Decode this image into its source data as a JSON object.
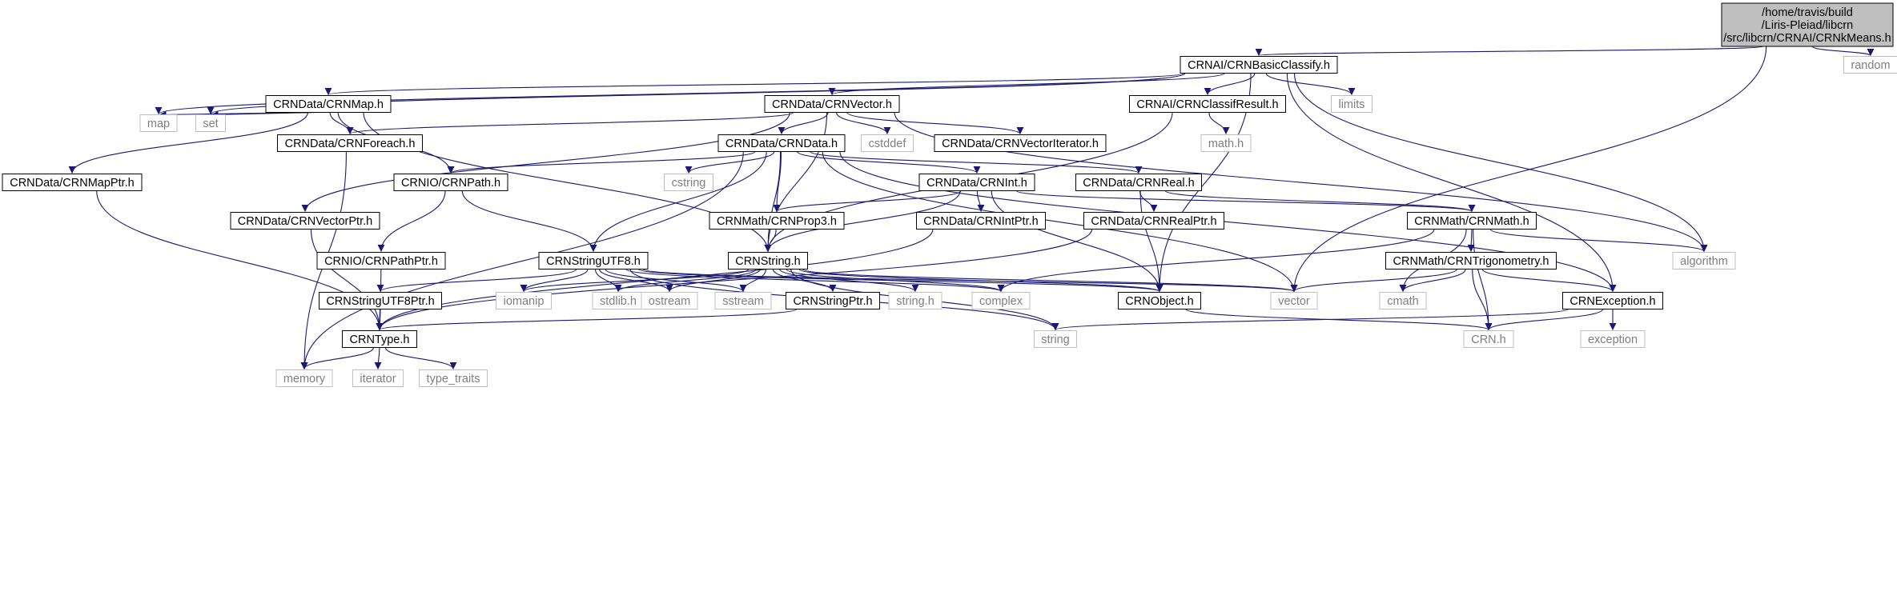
{
  "colors": {
    "edge": "#191970",
    "edge_system": "#b5b5b5",
    "node_border": "#000000",
    "system_border": "#bfbfbf",
    "root_fill": "#bfbfbf",
    "background": "#ffffff"
  },
  "root": {
    "id": "root",
    "lines": [
      "/home/travis/build",
      "/Liris-Pleiad/libcrn",
      "/src/libcrn/CRNAI/CRNkMeans.h"
    ]
  },
  "nodes": [
    {
      "id": "basicclassify",
      "label": "CRNAI/CRNBasicClassify.h",
      "kind": "header"
    },
    {
      "id": "random",
      "label": "random",
      "kind": "system"
    },
    {
      "id": "crnmap",
      "label": "CRNData/CRNMap.h",
      "kind": "header"
    },
    {
      "id": "crnvector",
      "label": "CRNData/CRNVector.h",
      "kind": "header"
    },
    {
      "id": "classifresult",
      "label": "CRNAI/CRNClassifResult.h",
      "kind": "header"
    },
    {
      "id": "limits",
      "label": "limits",
      "kind": "system"
    },
    {
      "id": "map",
      "label": "map",
      "kind": "system"
    },
    {
      "id": "set",
      "label": "set",
      "kind": "system"
    },
    {
      "id": "foreach",
      "label": "CRNData/CRNForeach.h",
      "kind": "header"
    },
    {
      "id": "crndata",
      "label": "CRNData/CRNData.h",
      "kind": "header"
    },
    {
      "id": "cstddef",
      "label": "cstddef",
      "kind": "system"
    },
    {
      "id": "vectoriterator",
      "label": "CRNData/CRNVectorIterator.h",
      "kind": "header"
    },
    {
      "id": "mathh",
      "label": "math.h",
      "kind": "system"
    },
    {
      "id": "mapptr",
      "label": "CRNData/CRNMapPtr.h",
      "kind": "header"
    },
    {
      "id": "crnpath",
      "label": "CRNIO/CRNPath.h",
      "kind": "header"
    },
    {
      "id": "cstring",
      "label": "cstring",
      "kind": "system"
    },
    {
      "id": "crnint",
      "label": "CRNData/CRNInt.h",
      "kind": "header"
    },
    {
      "id": "crnreal",
      "label": "CRNData/CRNReal.h",
      "kind": "header"
    },
    {
      "id": "vectorptr",
      "label": "CRNData/CRNVectorPtr.h",
      "kind": "header"
    },
    {
      "id": "prop3",
      "label": "CRNMath/CRNProp3.h",
      "kind": "header"
    },
    {
      "id": "intptr",
      "label": "CRNData/CRNIntPtr.h",
      "kind": "header"
    },
    {
      "id": "realptr",
      "label": "CRNData/CRNRealPtr.h",
      "kind": "header"
    },
    {
      "id": "crnmath",
      "label": "CRNMath/CRNMath.h",
      "kind": "header"
    },
    {
      "id": "pathptr",
      "label": "CRNIO/CRNPathPtr.h",
      "kind": "header"
    },
    {
      "id": "utf8",
      "label": "CRNStringUTF8.h",
      "kind": "header"
    },
    {
      "id": "crnstring",
      "label": "CRNString.h",
      "kind": "header"
    },
    {
      "id": "trig",
      "label": "CRNMath/CRNTrigonometry.h",
      "kind": "header"
    },
    {
      "id": "algorithm",
      "label": "algorithm",
      "kind": "system"
    },
    {
      "id": "utf8ptr",
      "label": "CRNStringUTF8Ptr.h",
      "kind": "header"
    },
    {
      "id": "iomanip",
      "label": "iomanip",
      "kind": "system"
    },
    {
      "id": "stdlib",
      "label": "stdlib.h",
      "kind": "system"
    },
    {
      "id": "ostream",
      "label": "ostream",
      "kind": "system"
    },
    {
      "id": "sstream",
      "label": "sstream",
      "kind": "system"
    },
    {
      "id": "stringptr",
      "label": "CRNStringPtr.h",
      "kind": "header"
    },
    {
      "id": "stringh",
      "label": "string.h",
      "kind": "system"
    },
    {
      "id": "complex",
      "label": "complex",
      "kind": "system"
    },
    {
      "id": "crnobject",
      "label": "CRNObject.h",
      "kind": "header"
    },
    {
      "id": "vector",
      "label": "vector",
      "kind": "system"
    },
    {
      "id": "cmath",
      "label": "cmath",
      "kind": "system"
    },
    {
      "id": "crnexception",
      "label": "CRNException.h",
      "kind": "header"
    },
    {
      "id": "crntype",
      "label": "CRNType.h",
      "kind": "header"
    },
    {
      "id": "string",
      "label": "string",
      "kind": "system"
    },
    {
      "id": "crnh",
      "label": "CRN.h",
      "kind": "system"
    },
    {
      "id": "exception",
      "label": "exception",
      "kind": "system"
    },
    {
      "id": "memory",
      "label": "memory",
      "kind": "system"
    },
    {
      "id": "iterator",
      "label": "iterator",
      "kind": "system"
    },
    {
      "id": "type_traits",
      "label": "type_traits",
      "kind": "system"
    }
  ],
  "edges": [
    [
      "root",
      "basicclassify"
    ],
    [
      "root",
      "random"
    ],
    [
      "root",
      "vector"
    ],
    [
      "basicclassify",
      "crnmap"
    ],
    [
      "basicclassify",
      "crnvector"
    ],
    [
      "basicclassify",
      "classifresult"
    ],
    [
      "basicclassify",
      "limits"
    ],
    [
      "basicclassify",
      "map"
    ],
    [
      "basicclassify",
      "set"
    ],
    [
      "basicclassify",
      "algorithm"
    ],
    [
      "basicclassify",
      "crnobject"
    ],
    [
      "basicclassify",
      "crnexception"
    ],
    [
      "crnmap",
      "map"
    ],
    [
      "crnmap",
      "set"
    ],
    [
      "crnmap",
      "foreach"
    ],
    [
      "crnmap",
      "mapptr"
    ],
    [
      "crnmap",
      "crnpath"
    ],
    [
      "crnmap",
      "crnstring"
    ],
    [
      "crnvector",
      "foreach"
    ],
    [
      "crnvector",
      "crndata"
    ],
    [
      "crnvector",
      "cstddef"
    ],
    [
      "crnvector",
      "vectoriterator"
    ],
    [
      "crnvector",
      "vectorptr"
    ],
    [
      "crnvector",
      "crnstring"
    ],
    [
      "crnvector",
      "algorithm"
    ],
    [
      "classifresult",
      "mathh"
    ],
    [
      "classifresult",
      "crnstring"
    ],
    [
      "foreach",
      "memory"
    ],
    [
      "crndata",
      "crnpath"
    ],
    [
      "crndata",
      "cstring"
    ],
    [
      "crndata",
      "crnint"
    ],
    [
      "crndata",
      "crnreal"
    ],
    [
      "crndata",
      "prop3"
    ],
    [
      "crndata",
      "utf8"
    ],
    [
      "crndata",
      "crnstring"
    ],
    [
      "crndata",
      "vector"
    ],
    [
      "crndata",
      "memory"
    ],
    [
      "crndata",
      "crnexception"
    ],
    [
      "mapptr",
      "crntype"
    ],
    [
      "crnpath",
      "utf8"
    ],
    [
      "crnpath",
      "pathptr"
    ],
    [
      "crnint",
      "prop3"
    ],
    [
      "crnint",
      "intptr"
    ],
    [
      "crnint",
      "crnmath"
    ],
    [
      "crnint",
      "crnstring"
    ],
    [
      "crnint",
      "crnobject"
    ],
    [
      "crnreal",
      "realptr"
    ],
    [
      "crnreal",
      "crnmath"
    ],
    [
      "crnreal",
      "crnobject"
    ],
    [
      "vectorptr",
      "crntype"
    ],
    [
      "prop3",
      "crnstring"
    ],
    [
      "intptr",
      "crntype"
    ],
    [
      "realptr",
      "crntype"
    ],
    [
      "pathptr",
      "crntype"
    ],
    [
      "crnmath",
      "trig"
    ],
    [
      "crnmath",
      "algorithm"
    ],
    [
      "crnmath",
      "cmath"
    ],
    [
      "crnmath",
      "complex"
    ],
    [
      "crnmath",
      "crnh"
    ],
    [
      "utf8",
      "utf8ptr"
    ],
    [
      "utf8",
      "iomanip"
    ],
    [
      "utf8",
      "stdlib"
    ],
    [
      "utf8",
      "ostream"
    ],
    [
      "utf8",
      "sstream"
    ],
    [
      "utf8",
      "string"
    ],
    [
      "utf8",
      "crnobject"
    ],
    [
      "utf8",
      "vector"
    ],
    [
      "utf8",
      "complex"
    ],
    [
      "crnstring",
      "iomanip"
    ],
    [
      "crnstring",
      "stdlib"
    ],
    [
      "crnstring",
      "ostream"
    ],
    [
      "crnstring",
      "sstream"
    ],
    [
      "crnstring",
      "stringptr"
    ],
    [
      "crnstring",
      "stringh"
    ],
    [
      "crnstring",
      "complex"
    ],
    [
      "crnstring",
      "crnobject"
    ],
    [
      "crnstring",
      "vector"
    ],
    [
      "crnstring",
      "string"
    ],
    [
      "trig",
      "vector"
    ],
    [
      "trig",
      "cmath"
    ],
    [
      "trig",
      "crnexception"
    ],
    [
      "trig",
      "crnh"
    ],
    [
      "utf8ptr",
      "crntype"
    ],
    [
      "stringptr",
      "crntype"
    ],
    [
      "crnobject",
      "crnh"
    ],
    [
      "crnexception",
      "string"
    ],
    [
      "crnexception",
      "crnh"
    ],
    [
      "crnexception",
      "exception"
    ],
    [
      "crntype",
      "memory"
    ],
    [
      "crntype",
      "iterator"
    ],
    [
      "crntype",
      "type_traits"
    ]
  ]
}
